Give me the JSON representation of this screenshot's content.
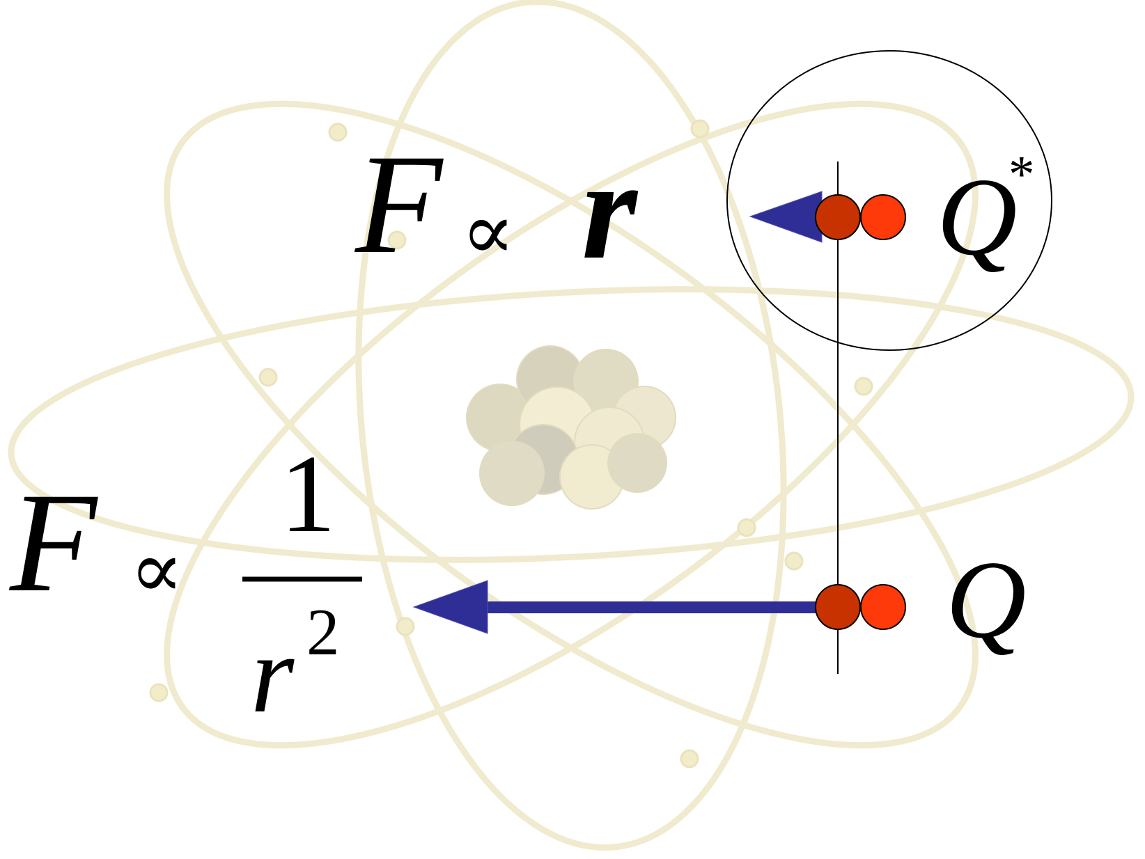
{
  "top_formula": {
    "force": "F",
    "proportional": "∝",
    "variable": "r"
  },
  "bottom_formula": {
    "force": "F",
    "proportional": "∝",
    "numerator": "1",
    "denominator_base": "r",
    "denominator_exponent": "2"
  },
  "charges": {
    "upper_label": "Q",
    "upper_superscript": "*",
    "lower_label": "Q"
  },
  "colors": {
    "arrow": "#2e2e96",
    "particle_dark": "#c83200",
    "particle_light": "#ff3a0a",
    "background_motif": "#e6dcb0"
  },
  "icons": {
    "background": "atom-icon",
    "particle": "particle-pair-icon",
    "arrow": "force-arrow-icon"
  }
}
